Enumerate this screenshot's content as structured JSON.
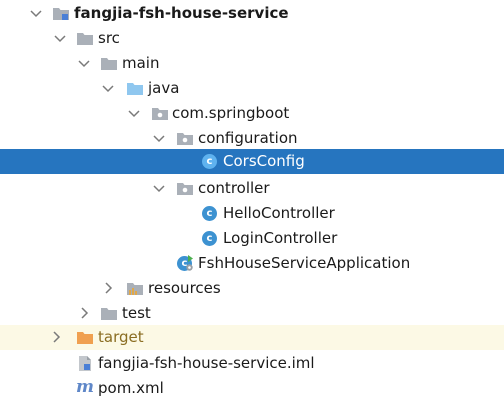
{
  "project_tree": {
    "root": {
      "label": "fangjia-fsh-house-service"
    },
    "src": {
      "label": "src"
    },
    "main": {
      "label": "main"
    },
    "java": {
      "label": "java"
    },
    "package": {
      "label": "com.springboot"
    },
    "configuration": {
      "label": "configuration"
    },
    "cors_config": {
      "label": "CorsConfig",
      "icon_text": "c"
    },
    "controller": {
      "label": "controller"
    },
    "hello_controller": {
      "label": "HelloController",
      "icon_text": "c"
    },
    "login_controller": {
      "label": "LoginController",
      "icon_text": "c"
    },
    "application": {
      "label": "FshHouseServiceApplication",
      "icon_text": "c"
    },
    "resources": {
      "label": "resources"
    },
    "test": {
      "label": "test"
    },
    "target": {
      "label": "target"
    },
    "iml": {
      "label": "fangjia-fsh-house-service.iml"
    },
    "pom": {
      "label": "pom.xml",
      "icon_text": "m"
    }
  },
  "colors": {
    "selection": "#2675bf",
    "excluded_background": "#fcf9e5",
    "folder": "#aab0b8",
    "source_folder": "#8fc7ef",
    "excluded_folder": "#f0a050",
    "class_icon": "#3d92d1"
  }
}
